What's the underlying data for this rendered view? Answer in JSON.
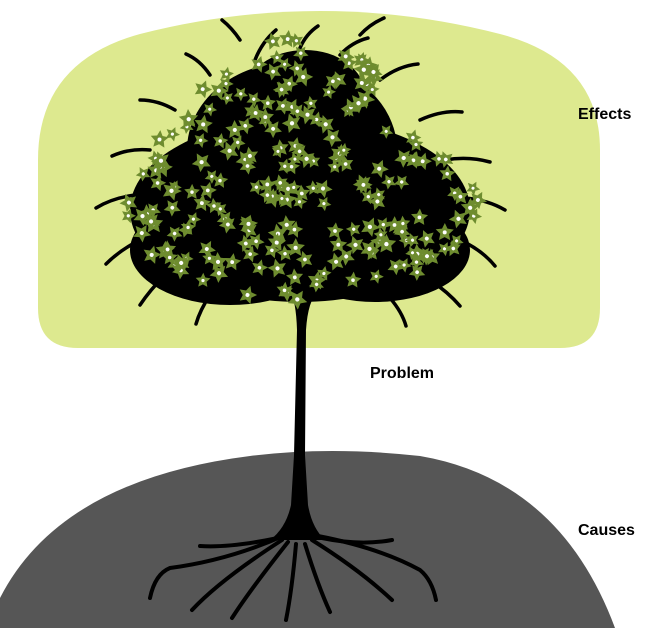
{
  "labels": {
    "effects": "Effects",
    "problem": "Problem",
    "causes": "Causes"
  },
  "colors": {
    "effects_region": "#dde98f",
    "causes_region": "#565656",
    "tree": "#000000",
    "flower": "#6e8c2f",
    "flower_center": "#ffffff"
  },
  "icons": {
    "tree": "tree-icon",
    "flower": "flower-icon"
  }
}
